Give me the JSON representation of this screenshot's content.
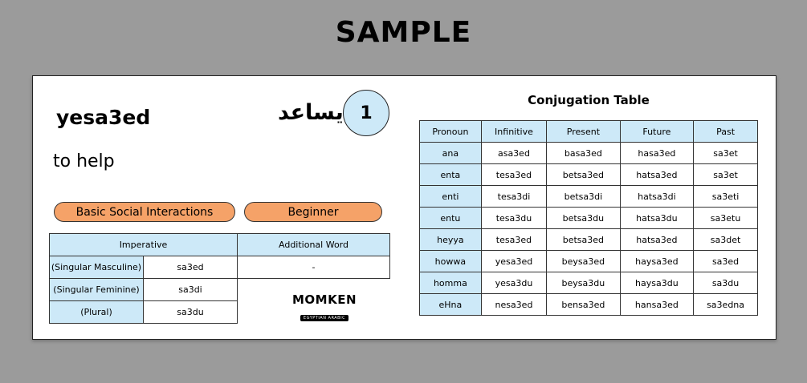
{
  "watermark": "SAMPLE",
  "card": {
    "word": "yesa3ed",
    "arabic": "يساعد",
    "number": "1",
    "meaning": "to help",
    "topic": "Basic Social Interactions",
    "level": "Beginner"
  },
  "imperative": {
    "header": "Imperative",
    "additional_header": "Additional Word",
    "additional_value": "-",
    "rows": [
      {
        "label": "(Singular Masculine)",
        "value": "sa3ed"
      },
      {
        "label": "(Singular Feminine)",
        "value": "sa3di"
      },
      {
        "label": "(Plural)",
        "value": "sa3du"
      }
    ]
  },
  "conjugation": {
    "title": "Conjugation Table",
    "headers": [
      "Pronoun",
      "Infinitive",
      "Present",
      "Future",
      "Past"
    ],
    "rows": [
      [
        "ana",
        "asa3ed",
        "basa3ed",
        "hasa3ed",
        "sa3et"
      ],
      [
        "enta",
        "tesa3ed",
        "betsa3ed",
        "hatsa3ed",
        "sa3et"
      ],
      [
        "enti",
        "tesa3di",
        "betsa3di",
        "hatsa3di",
        "sa3eti"
      ],
      [
        "entu",
        "tesa3du",
        "betsa3du",
        "hatsa3du",
        "sa3etu"
      ],
      [
        "heyya",
        "tesa3ed",
        "betsa3ed",
        "hatsa3ed",
        "sa3det"
      ],
      [
        "howwa",
        "yesa3ed",
        "beysa3ed",
        "haysa3ed",
        "sa3ed"
      ],
      [
        "homma",
        "yesa3du",
        "beysa3du",
        "haysa3du",
        "sa3du"
      ],
      [
        "eHna",
        "nesa3ed",
        "bensa3ed",
        "hansa3ed",
        "sa3edna"
      ]
    ]
  },
  "logo": {
    "name": "MOMKEN",
    "tagline": "EGYPTIAN ARABIC"
  },
  "colors": {
    "accent_blue": "#cde9f8",
    "accent_orange": "#f5a268",
    "background": "#9b9b9b"
  }
}
